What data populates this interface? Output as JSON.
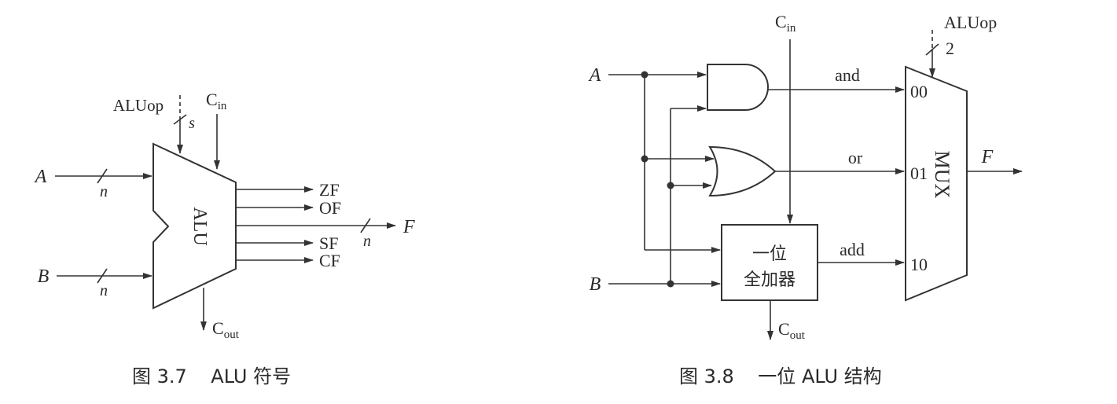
{
  "fig37": {
    "caption": "图 3.7    ALU 符号",
    "alu_label": "ALU",
    "in_a": "A",
    "in_b": "B",
    "width_a": "n",
    "width_b": "n",
    "width_f": "n",
    "aluop": "ALUop",
    "aluop_width": "s",
    "cin_main": "C",
    "cin_sub": "in",
    "cout_main": "C",
    "cout_sub": "out",
    "out_zf": "ZF",
    "out_of": "OF",
    "out_f": "F",
    "out_sf": "SF",
    "out_cf": "CF"
  },
  "fig38": {
    "caption": "图 3.8    一位 ALU 结构",
    "in_a": "A",
    "in_b": "B",
    "cin_main": "C",
    "cin_sub": "in",
    "cout_main": "C",
    "cout_sub": "out",
    "aluop": "ALUop",
    "aluop_width": "2",
    "sig_and": "and",
    "sig_or": "or",
    "sig_add": "add",
    "adder_line1": "一位",
    "adder_line2": "全加器",
    "mux_label": "MUX",
    "mux_in_00": "00",
    "mux_in_01": "01",
    "mux_in_10": "10",
    "out_f": "F"
  }
}
